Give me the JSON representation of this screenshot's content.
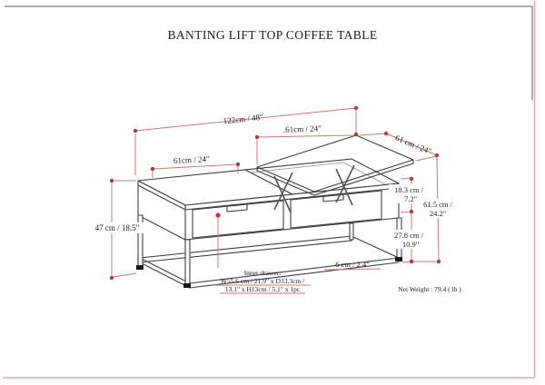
{
  "title": "BANTING LIFT TOP COFFEE TABLE",
  "net_weight": "Net Weight : 79.4 ( lb )",
  "dims": {
    "overall_length": "122cm / 48\"",
    "fixed_half": "61cm / 24\"",
    "lift_half": ".61cm / 24\"",
    "top_depth": "61 cm / 24\"",
    "body_height_1": "18.3 cm /",
    "body_height_2": "7.2\"",
    "lifted_height_1": "61.5 cm /",
    "lifted_height_2": "24.2\"",
    "clearance_1": "27.8 cm /",
    "clearance_2": "10.9\"",
    "rail_height": "6 cm / 2.4\"",
    "table_height": "47 cm / 18.5\""
  },
  "drawer_note": {
    "line1": "Inner drawer:",
    "line2": "W55.6 cm / 21.9\" x D33.3cm /",
    "line3": "13.1\" x H13cm / 5.1\" x 1pc"
  },
  "colors": {
    "dimension_line_red": "#c97a74",
    "dimension_dot_red": "#b03a3a",
    "drawing_line_gray": "#3f3f3f",
    "page_border_red": "#e2a7a2",
    "page_border_black": "#5a5a5a",
    "text": "#1c1c1c"
  }
}
